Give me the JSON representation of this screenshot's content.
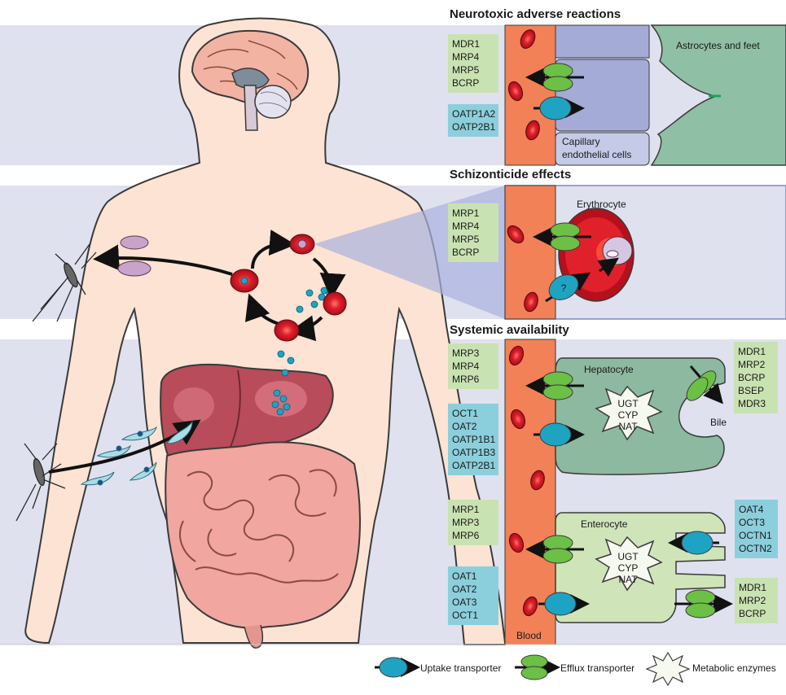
{
  "colors": {
    "band": "#dfe1ef",
    "body_skin": "#fce3d3",
    "blood_vessel": "#f28157",
    "endothelial": "#a3abd6",
    "astrocyte": "#8fbfa5",
    "hepatocyte": "#8cb9a0",
    "enterocyte": "#cfe4b8",
    "efflux_box": "#c9e2b1",
    "uptake_box": "#8ccfdc",
    "uptake_transporter": "#1fa3c3",
    "efflux_transporter": "#6cc045",
    "rbc": "#c8101e"
  },
  "sections": {
    "neuro": {
      "title": "Neurotoxic adverse reactions",
      "efflux": [
        "MDR1",
        "MRP4",
        "MRP5",
        "BCRP"
      ],
      "uptake": [
        "OATP1A2",
        "OATP2B1"
      ],
      "astro_label": "Astrocytes and feet",
      "capillary_label_1": "Capillary",
      "capillary_label_2": "endothelial cells"
    },
    "schizo": {
      "title": "Schizonticide effects",
      "efflux": [
        "MRP1",
        "MRP4",
        "MRP5",
        "BCRP"
      ],
      "erythrocyte_label": "Erythrocyte",
      "unknown_mark": "?"
    },
    "systemic": {
      "title": "Systemic availability",
      "hep_efflux_blood": [
        "MRP3",
        "MRP4",
        "MRP6"
      ],
      "hep_uptake": [
        "OCT1",
        "OAT2",
        "OATP1B1",
        "OATP1B3",
        "OATP2B1"
      ],
      "hep_bile": [
        "MDR1",
        "MRP2",
        "BCRP",
        "BSEP",
        "MDR3"
      ],
      "hepatocyte_label": "Hepatocyte",
      "bile_label": "Bile",
      "hep_enzymes": [
        "UGT",
        "CYP",
        "NAT"
      ],
      "ent_efflux_blood": [
        "MRP1",
        "MRP3",
        "MRP6"
      ],
      "ent_uptake_blood": [
        "OAT1",
        "OAT2",
        "OAT3",
        "OCT1"
      ],
      "ent_uptake_lumen": [
        "OAT4",
        "OCT3",
        "OCTN1",
        "OCTN2"
      ],
      "ent_efflux_lumen": [
        "MDR1",
        "MRP2",
        "BCRP"
      ],
      "enterocyte_label": "Enterocyte",
      "ent_enzymes": [
        "UGT",
        "CYP",
        "NAT"
      ],
      "blood_label": "Blood"
    }
  },
  "legend": {
    "uptake": "Uptake transporter",
    "efflux": "Efflux transporter",
    "enzymes": "Metabolic enzymes"
  }
}
